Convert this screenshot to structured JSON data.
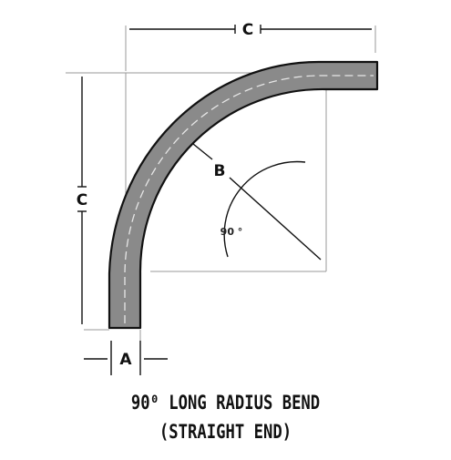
{
  "diagram": {
    "labels": {
      "top_dimension": "C",
      "side_dimension": "C",
      "radius_marker": "B",
      "width_marker": "A",
      "angle": "90 °"
    },
    "caption": {
      "line1": "90⁰ LONG RADIUS BEND",
      "line2": "(STRAIGHT END)"
    },
    "colors": {
      "pipe_fill": "#8a8a8a",
      "outline": "#111111",
      "guide_lines": "#9a9a9a",
      "centerline": "#e6e6e6"
    }
  }
}
